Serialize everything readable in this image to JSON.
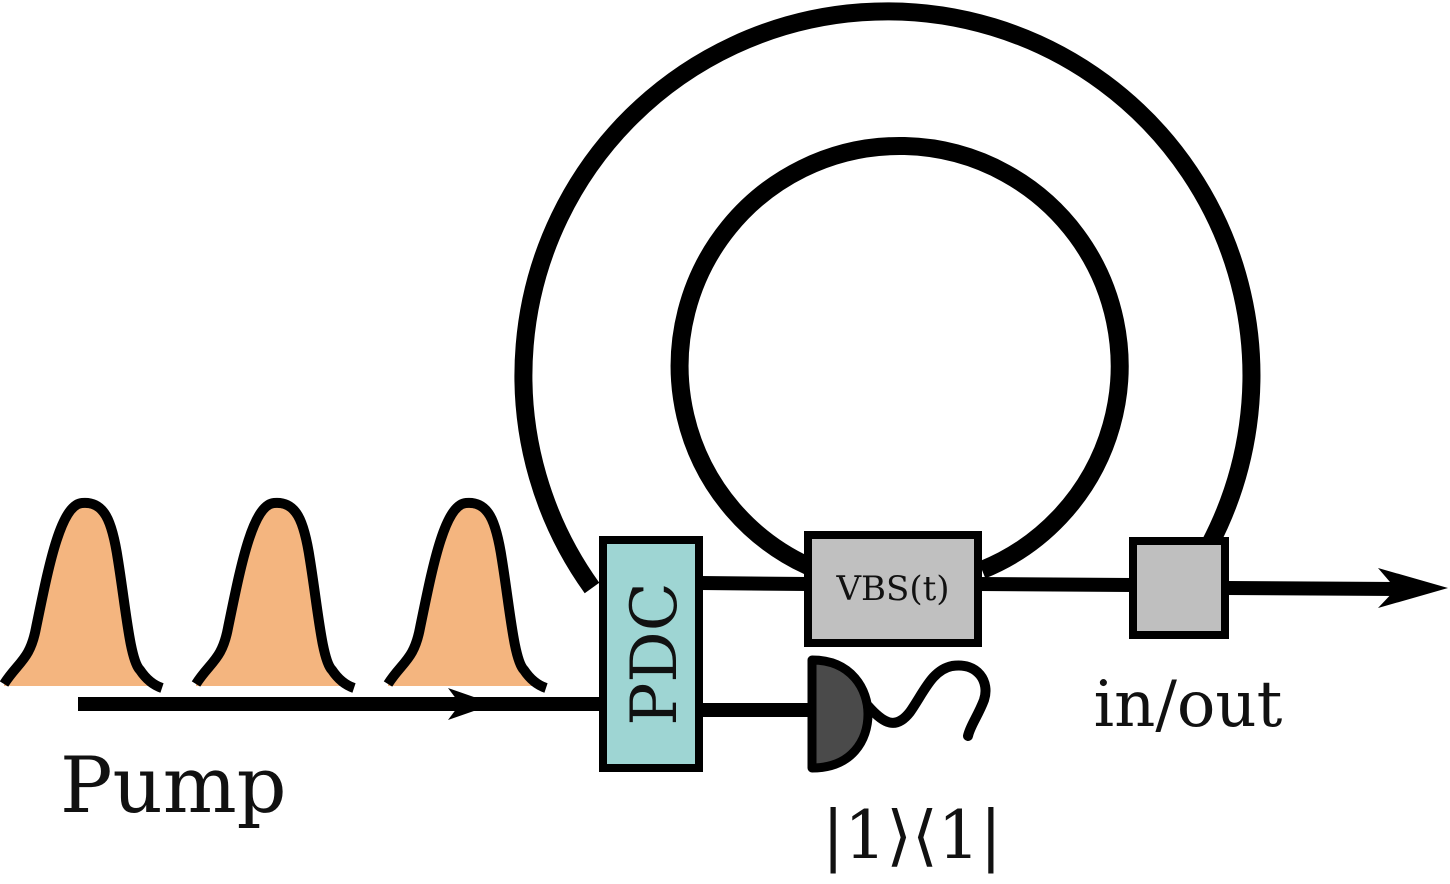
{
  "labels": {
    "pump": "Pump",
    "pdc": "PDC",
    "vbs": "VBS(t)",
    "in_out": "in/out",
    "projector": "|1⟩⟨1|"
  },
  "colors": {
    "pulse_fill": "#f4b57f",
    "pdc_fill": "#9ed5d3",
    "vbs_fill": "#c0c0c0",
    "switch_fill": "#bfbfbf",
    "detector_fill": "#4a4a4a",
    "stroke": "#000000"
  },
  "icons": {
    "detector": "photodetector-icon",
    "pulse": "gaussian-pulse-icon",
    "arrow": "arrow-icon"
  }
}
